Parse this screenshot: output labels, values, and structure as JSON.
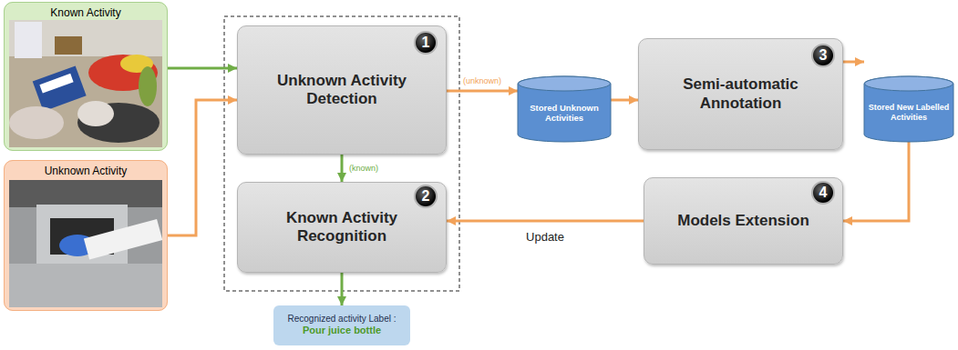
{
  "diagram": {
    "nodes": [
      {
        "text": [
          "Known Activity"
        ]
      },
      {
        "text": [
          "Unknown Activity"
        ]
      },
      {
        "text": [
          "Unknown Activity Detection"
        ]
      },
      {
        "text": [
          "Known Activity Recognition"
        ]
      },
      {
        "text": [
          "Stored Unknown Activities"
        ]
      },
      {
        "text": [
          "Semi-automatic Annotation"
        ]
      },
      {
        "text": [
          "Stored New Labelled Activities"
        ]
      },
      {
        "text": [
          "Models Extension"
        ]
      },
      {
        "text": [
          "Recognized activity Label :",
          "Pour juice bottle"
        ]
      }
    ],
    "edges": [
      {
        "from": 0,
        "to": 2,
        "arrow": "to"
      },
      {
        "from": 1,
        "to": 2,
        "arrow": "to"
      },
      {
        "from": 2,
        "to": 4,
        "label": "(unknown)",
        "arrow": "to"
      },
      {
        "from": 2,
        "to": 3,
        "label": "(known)",
        "arrow": "to"
      },
      {
        "from": 4,
        "to": 5,
        "arrow": "to"
      },
      {
        "from": 5,
        "to": 6,
        "arrow": "to"
      },
      {
        "from": 6,
        "to": 7,
        "arrow": "to"
      },
      {
        "from": 7,
        "to": 3,
        "label": "Update",
        "arrow": "to"
      },
      {
        "from": 3,
        "to": 8,
        "arrow": "to"
      }
    ],
    "labels": [
      "1",
      "2",
      "3",
      "4"
    ]
  }
}
